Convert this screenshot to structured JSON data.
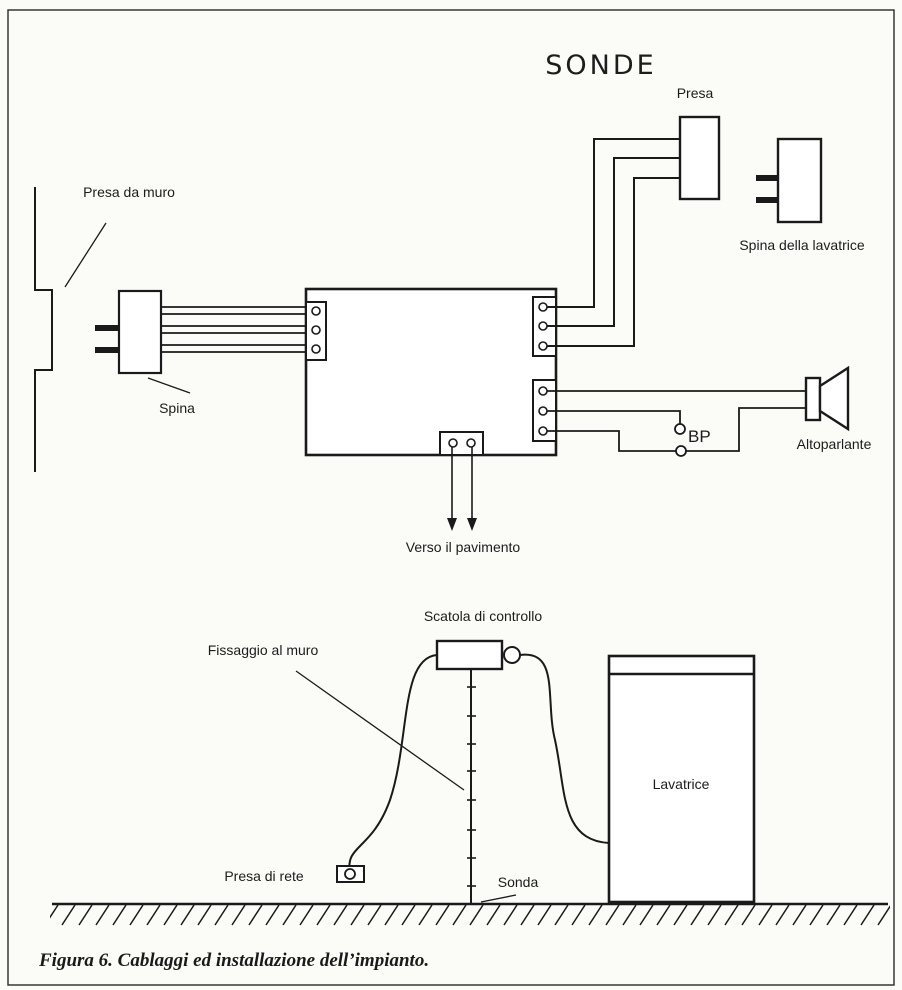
{
  "diagram": {
    "title": "SONDE",
    "labels": {
      "wall_socket": "Presa da muro",
      "plug": "Spina",
      "socket": "Presa",
      "washer_plug": "Spina della lavatrice",
      "speaker": "Altoparlante",
      "switch": "BP",
      "to_floor": "Verso il pavimento",
      "control_box": "Scatola di controllo",
      "wall_mount": "Fissaggio al muro",
      "mains_socket": "Presa di rete",
      "probe": "Sonda",
      "washing_machine": "Lavatrice"
    },
    "caption": "Figura 6. Cablaggi ed installazione dell’impianto."
  }
}
